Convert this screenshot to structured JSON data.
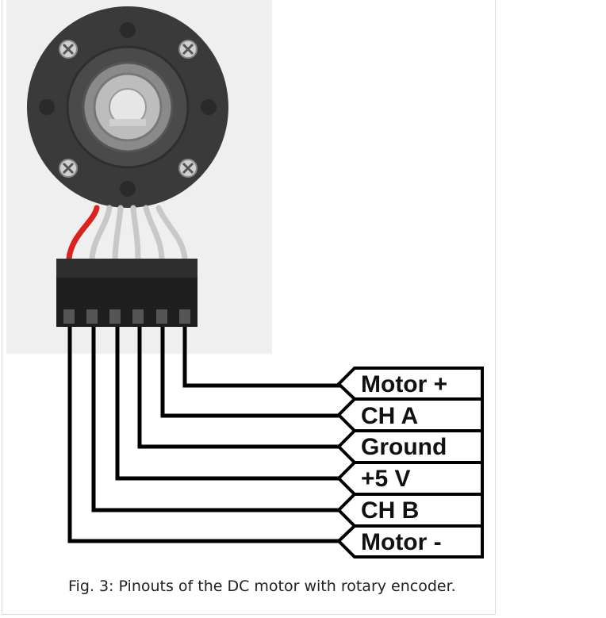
{
  "figure": {
    "caption": "Fig. 3: Pinouts of the DC motor with rotary encoder.",
    "pins": [
      {
        "label": "Motor +"
      },
      {
        "label": "CH A"
      },
      {
        "label": "Ground"
      },
      {
        "label": "+5 V"
      },
      {
        "label": "CH B"
      },
      {
        "label": "Motor -"
      }
    ]
  },
  "colors": {
    "motor_body": "#3b3b3b",
    "wire_red": "#d9231f",
    "wire_gray": "#c8c8c8",
    "connector": "#1e1e1e",
    "line": "#000000",
    "photo_background": "#efefef"
  },
  "icons": [
    "screw-icon",
    "shaft-icon"
  ]
}
